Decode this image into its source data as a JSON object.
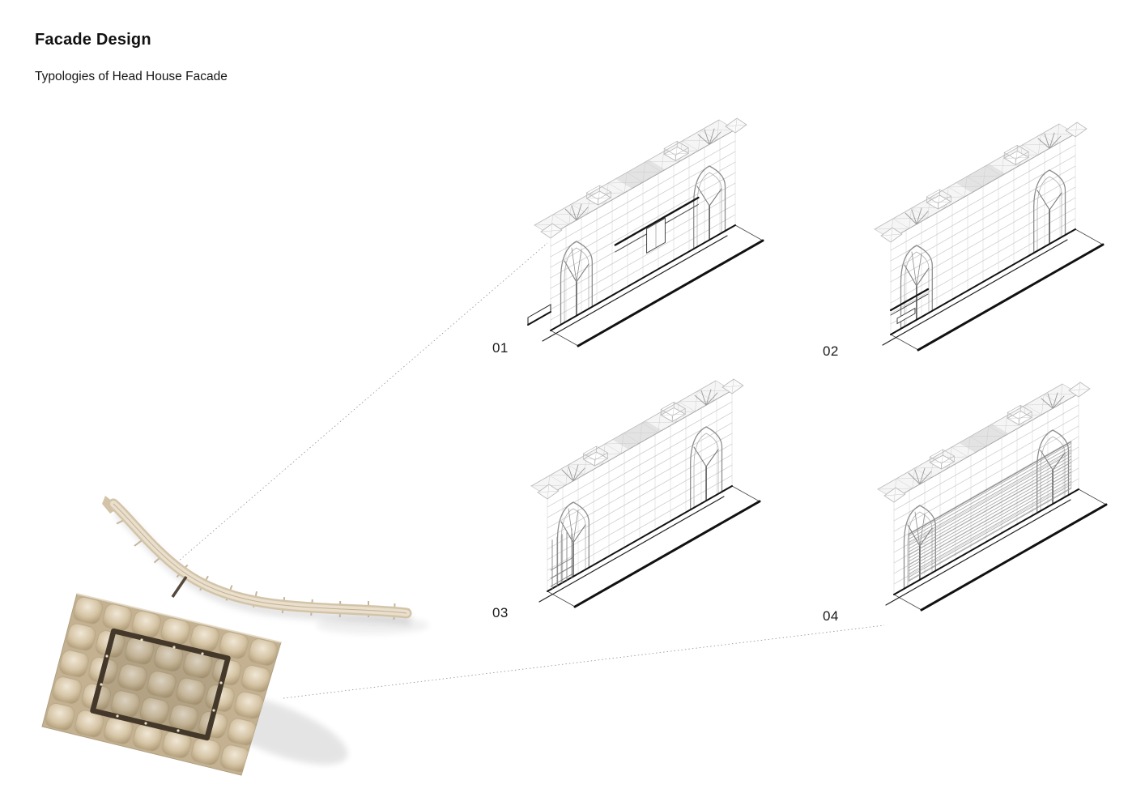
{
  "header": {
    "title": "Facade Design",
    "subtitle": "Typologies of Head House Facade"
  },
  "typologies": [
    {
      "label": "01"
    },
    {
      "label": "02"
    },
    {
      "label": "03"
    },
    {
      "label": "04"
    }
  ],
  "colors": {
    "background": "#ffffff",
    "text": "#111111",
    "drawing_line_light": "#cccccc",
    "drawing_line_mid": "#999999",
    "drawing_accent": "#111111",
    "canopy_tan": "#d3c4a9",
    "canopy_dark": "#43382a"
  }
}
